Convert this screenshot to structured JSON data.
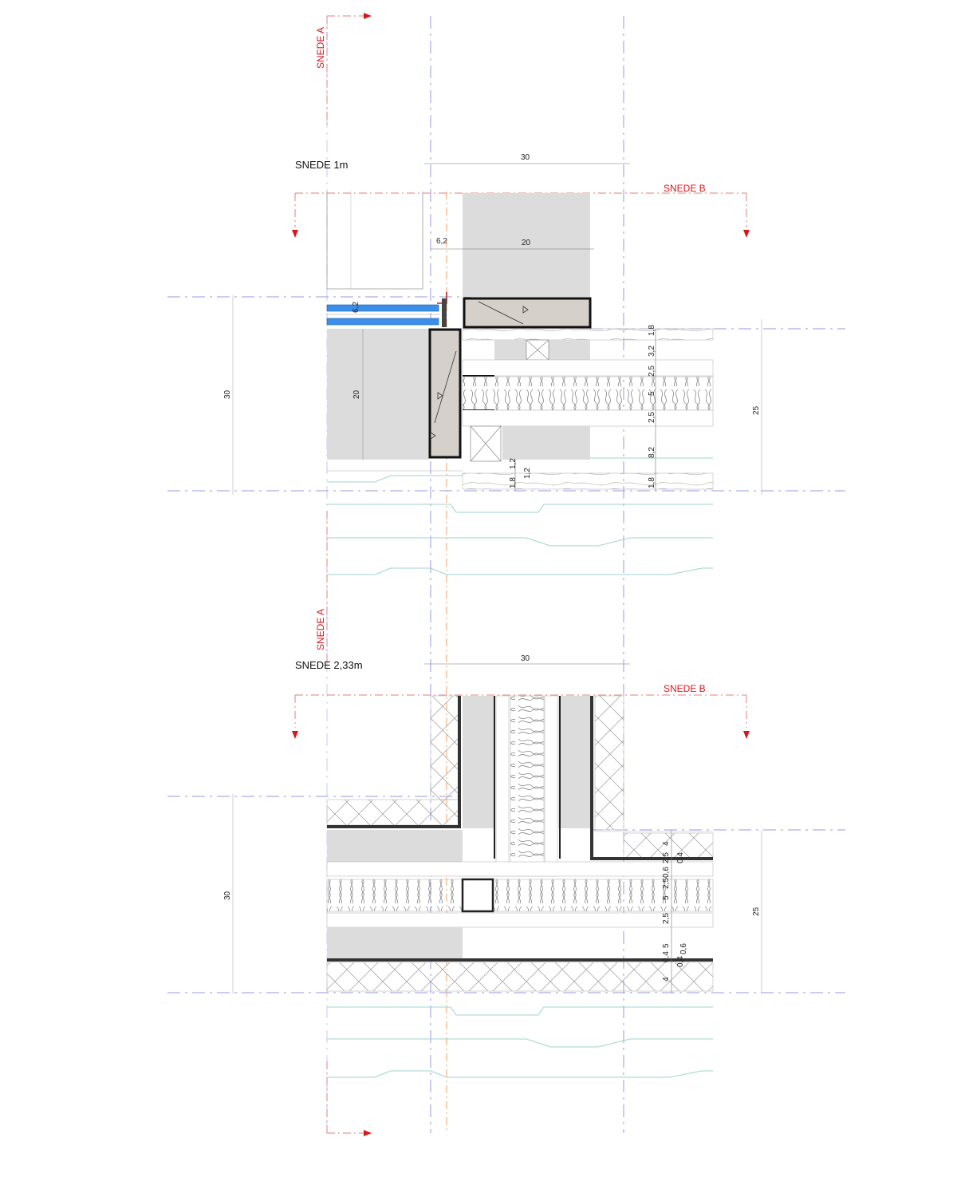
{
  "colors": {
    "section_marker": "#d8171c",
    "axis_blue": "#9a9ae0",
    "axis_orange": "#f0a060",
    "concrete_fill": "#dcdcdc",
    "beam_fill": "#d6d0ca",
    "insulation_fill": "#ffffff",
    "finish_line": "#9fd4cc",
    "glass_blue": "#3b8fe8"
  },
  "section_marks": {
    "a_top": "SNEDE A",
    "a_mid": "SNEDE A",
    "b_top": "SNEDE B",
    "b_bottom": "SNEDE B"
  },
  "detail_1": {
    "title": "SNEDE 1m",
    "dim_top": "30",
    "dim_glass_offset": "6,2",
    "dim_column": "20",
    "dim_glass_height": "6,2",
    "dim_wall": "20",
    "dim_left_total": "30",
    "dim_right_total": "25",
    "layer_dims": [
      "1,8",
      "3,2",
      "2,5",
      "5",
      "2,5",
      "8,2",
      "1,8"
    ],
    "small_dims": [
      "1,8",
      "1,2",
      "1,2"
    ]
  },
  "detail_2": {
    "title": "SNEDE 2,33m",
    "dim_top": "30",
    "dim_left_total": "30",
    "dim_right_total": "25",
    "layer_dims_a": [
      "4",
      "2,5",
      "0,6",
      "2,5",
      "5",
      "2,5",
      "5",
      "0,4",
      "4"
    ],
    "layer_dims_b": [
      "0,4",
      "0,4",
      "0,6"
    ]
  }
}
